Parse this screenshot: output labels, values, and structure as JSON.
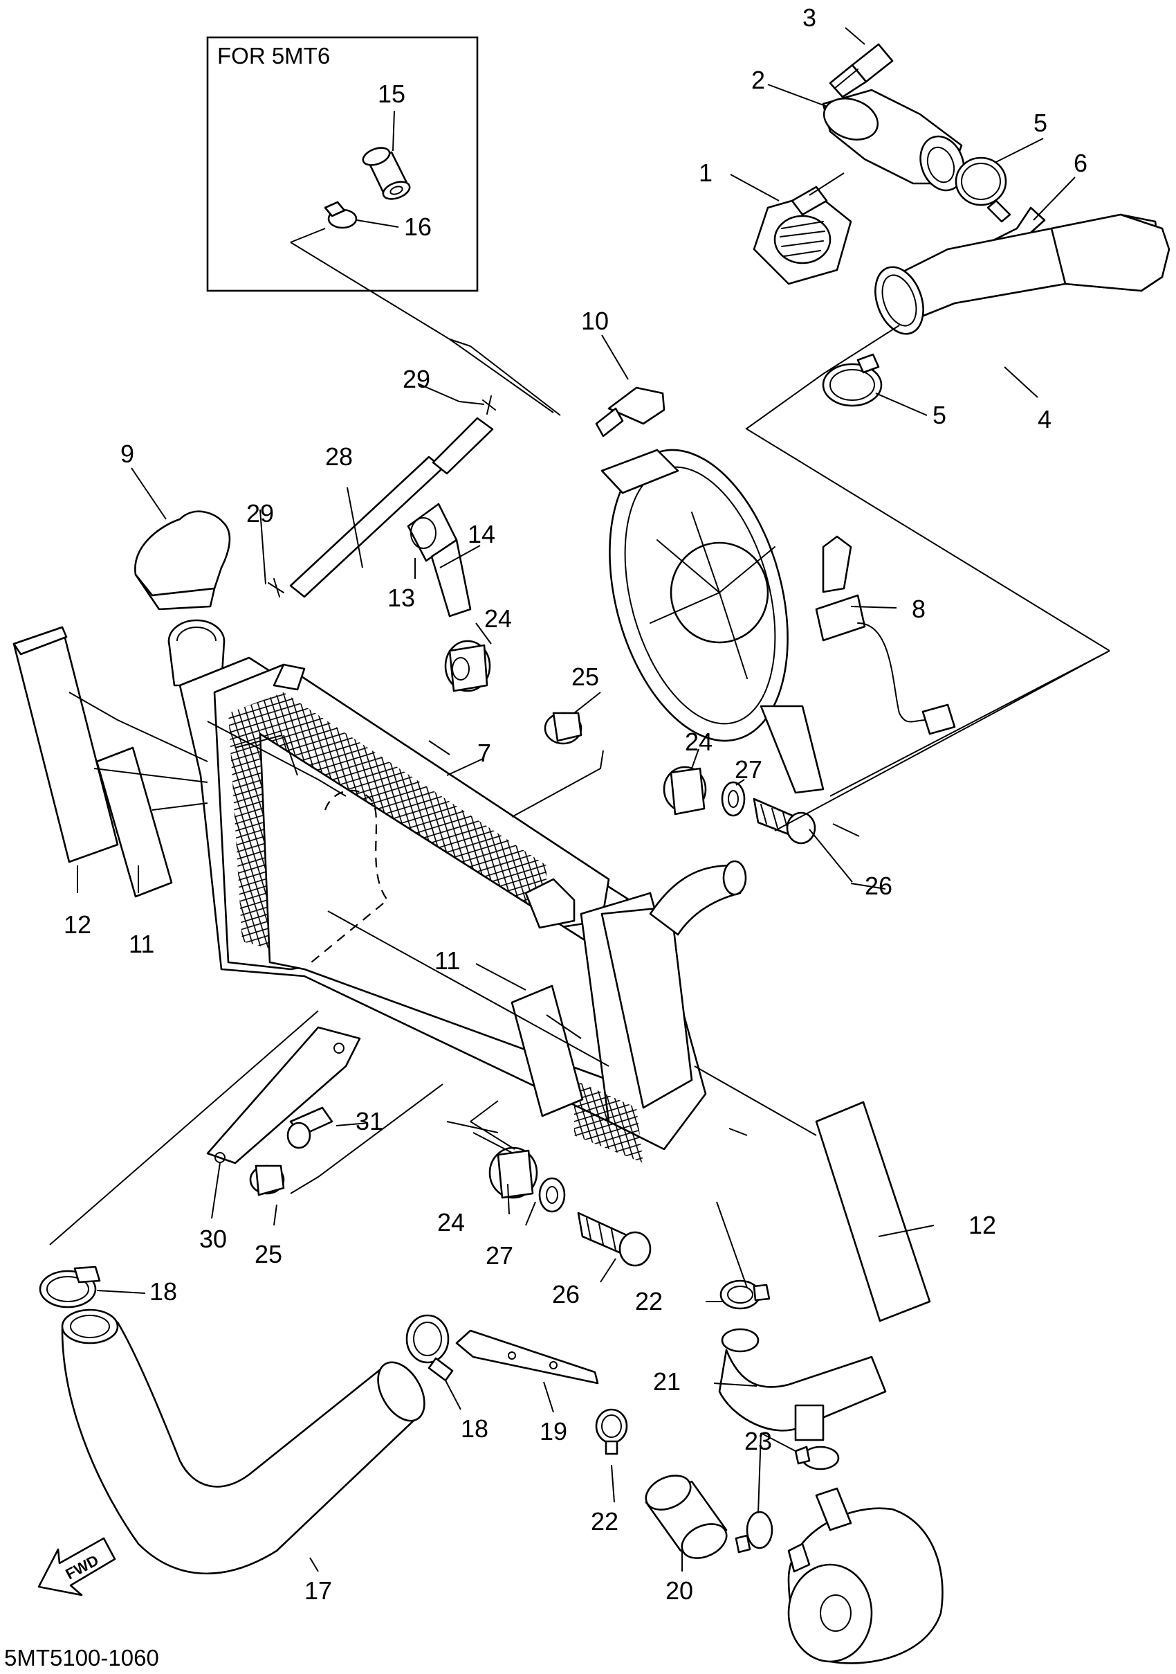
{
  "inset": {
    "title": "FOR 5MT6"
  },
  "diagram_code": "5MT5100-1060",
  "fwd_label": "FWD",
  "callouts": {
    "c1": "1",
    "c2": "2",
    "c3": "3",
    "c4": "4",
    "c5a": "5",
    "c5b": "5",
    "c6": "6",
    "c7": "7",
    "c8": "8",
    "c9": "9",
    "c10": "10",
    "c11a": "11",
    "c11b": "11",
    "c12a": "12",
    "c12b": "12",
    "c13": "13",
    "c14": "14",
    "c15": "15",
    "c16": "16",
    "c17": "17",
    "c18a": "18",
    "c18b": "18",
    "c19": "19",
    "c20": "20",
    "c21": "21",
    "c22a": "22",
    "c22b": "22",
    "c23": "23",
    "c24a": "24",
    "c24b": "24",
    "c24c": "24",
    "c25a": "25",
    "c25b": "25",
    "c26a": "26",
    "c26b": "26",
    "c27a": "27",
    "c27b": "27",
    "c28": "28",
    "c29a": "29",
    "c29b": "29",
    "c30": "30",
    "c31": "31"
  }
}
